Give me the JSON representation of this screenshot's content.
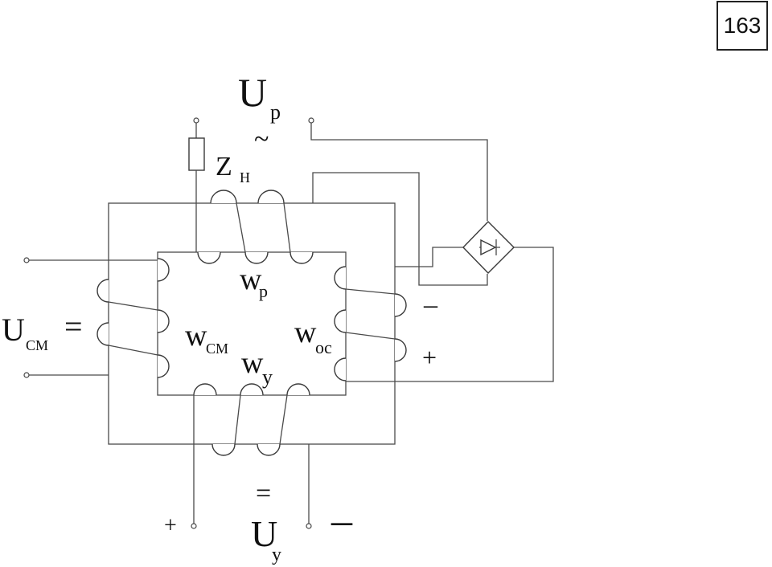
{
  "page_number": "163",
  "labels": {
    "u_p_main": "U",
    "u_p_sub": "p",
    "ac_symbol": "~",
    "z_main": "Z",
    "z_sub": "H",
    "w_p_main": "w",
    "w_p_sub": "p",
    "u_cm_main": "U",
    "u_cm_sub": "CM",
    "u_cm_dc": "=",
    "w_cm_main": "w",
    "w_cm_sub": "CM",
    "w_oc_main": "w",
    "w_oc_sub": "oc",
    "w_y_main": "w",
    "w_y_sub": "y",
    "minus_right": "–",
    "plus_right": "+",
    "u_y_dc": "=",
    "u_y_main": "U",
    "u_y_sub": "y",
    "plus_bottom": "+",
    "minus_bottom": "–"
  }
}
